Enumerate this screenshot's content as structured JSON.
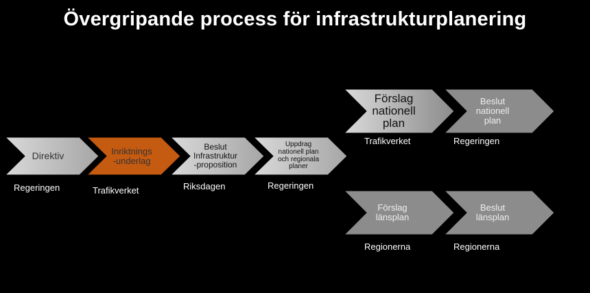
{
  "title": "Övergripande process för infrastrukturplanering",
  "colors": {
    "background": "#000000",
    "accent": "#c55a11",
    "chevron_light": "#d9d9d9",
    "chevron_mid": "#bfbfbf",
    "chevron_dark": "#8c8c8c",
    "text_dark": "#333333"
  },
  "steps": [
    {
      "label": "Direktiv",
      "actor": "Regeringen"
    },
    {
      "label": "Inriktnings\n-underlag",
      "actor": "Trafikverket"
    },
    {
      "label": "Beslut\nInfrastruktur\n-proposition",
      "actor": "Riksdagen"
    },
    {
      "label": "Uppdrag\nnationell plan\noch regionala\nplaner",
      "actor": "Regeringen"
    }
  ],
  "national_branch": [
    {
      "label": "Förslag\nnationell\nplan",
      "actor": "Trafikverket"
    },
    {
      "label": "Beslut\nnationell\nplan",
      "actor": "Regeringen"
    }
  ],
  "regional_branch": [
    {
      "label": "Förslag\nlänsplan",
      "actor": "Regionerna"
    },
    {
      "label": "Beslut\nlänsplan",
      "actor": "Regionerna"
    }
  ]
}
